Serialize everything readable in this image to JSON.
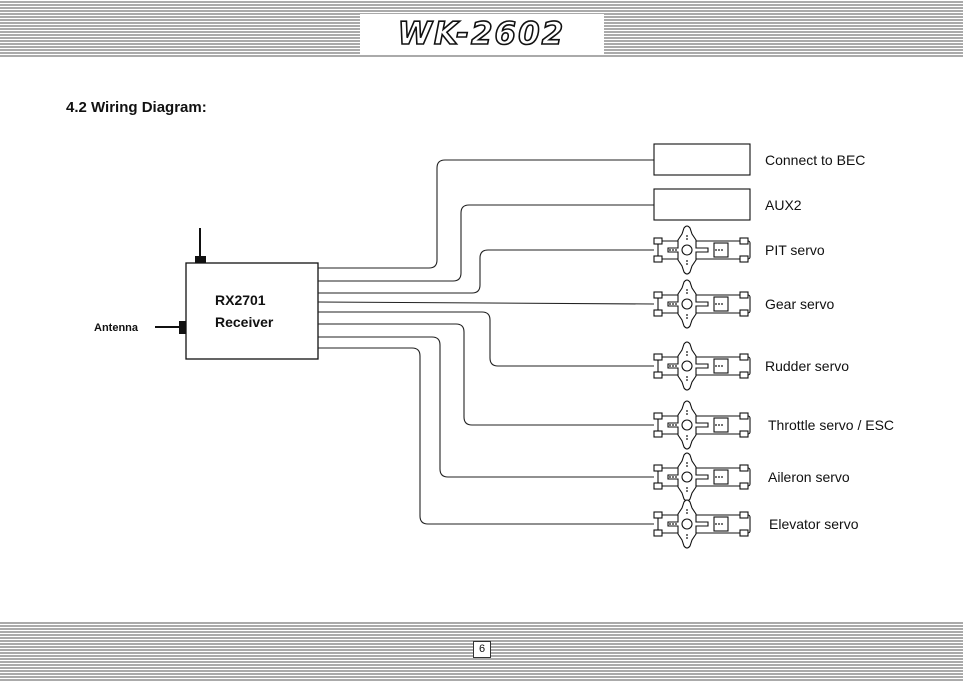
{
  "header": {
    "model": "WK-2602"
  },
  "section": {
    "heading": "4.2 Wiring Diagram:"
  },
  "receiver": {
    "line1": "RX2701",
    "line2": "Receiver",
    "antenna_label": "Antenna"
  },
  "channels": [
    {
      "label": "Connect to BEC",
      "device": "box"
    },
    {
      "label": "AUX2",
      "device": "box"
    },
    {
      "label": "PIT servo",
      "device": "servo"
    },
    {
      "label": "Gear servo",
      "device": "servo"
    },
    {
      "label": "Rudder servo",
      "device": "servo"
    },
    {
      "label": "Throttle servo / ESC",
      "device": "servo"
    },
    {
      "label": "Aileron servo",
      "device": "servo"
    },
    {
      "label": "Elevator servo",
      "device": "servo"
    }
  ],
  "footer": {
    "page_number": "6"
  }
}
